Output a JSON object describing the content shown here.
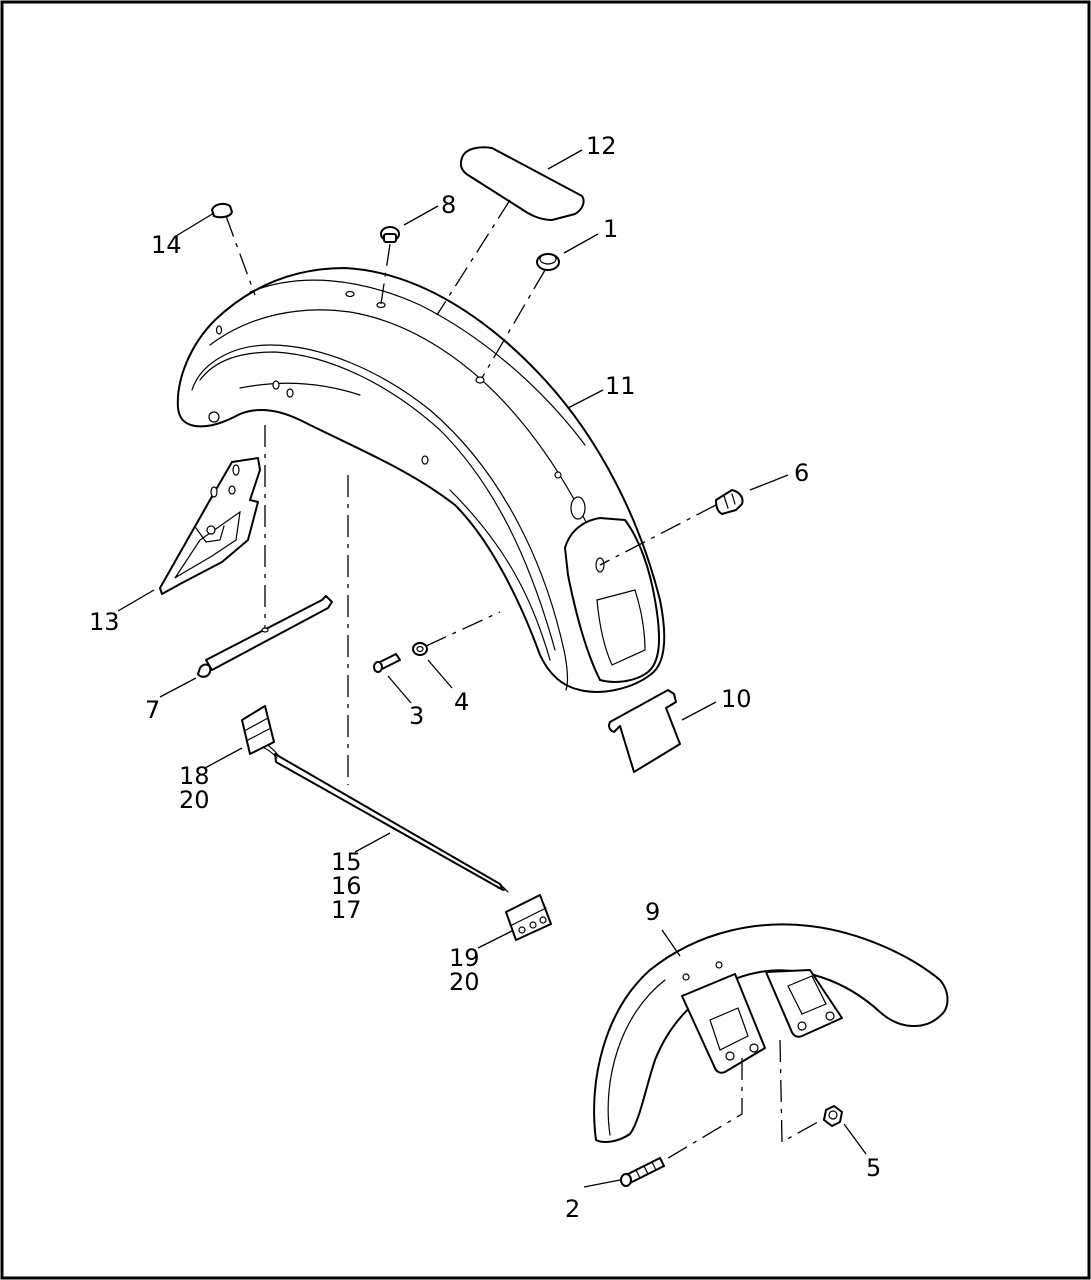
{
  "callouts": [
    {
      "id": "c1",
      "lines": [
        "1"
      ]
    },
    {
      "id": "c2",
      "lines": [
        "2"
      ]
    },
    {
      "id": "c3",
      "lines": [
        "3"
      ]
    },
    {
      "id": "c4",
      "lines": [
        "4"
      ]
    },
    {
      "id": "c5",
      "lines": [
        "5"
      ]
    },
    {
      "id": "c6",
      "lines": [
        "6"
      ]
    },
    {
      "id": "c7",
      "lines": [
        "7"
      ]
    },
    {
      "id": "c8",
      "lines": [
        "8"
      ]
    },
    {
      "id": "c9",
      "lines": [
        "9"
      ]
    },
    {
      "id": "c10",
      "lines": [
        "10"
      ]
    },
    {
      "id": "c11",
      "lines": [
        "11"
      ]
    },
    {
      "id": "c12",
      "lines": [
        "12"
      ]
    },
    {
      "id": "c13",
      "lines": [
        "13"
      ]
    },
    {
      "id": "c14",
      "lines": [
        "14"
      ]
    },
    {
      "id": "c15",
      "lines": [
        "15",
        "16",
        "17"
      ]
    },
    {
      "id": "c18",
      "lines": [
        "18",
        "20"
      ]
    },
    {
      "id": "c19",
      "lines": [
        "19",
        "20"
      ]
    }
  ]
}
